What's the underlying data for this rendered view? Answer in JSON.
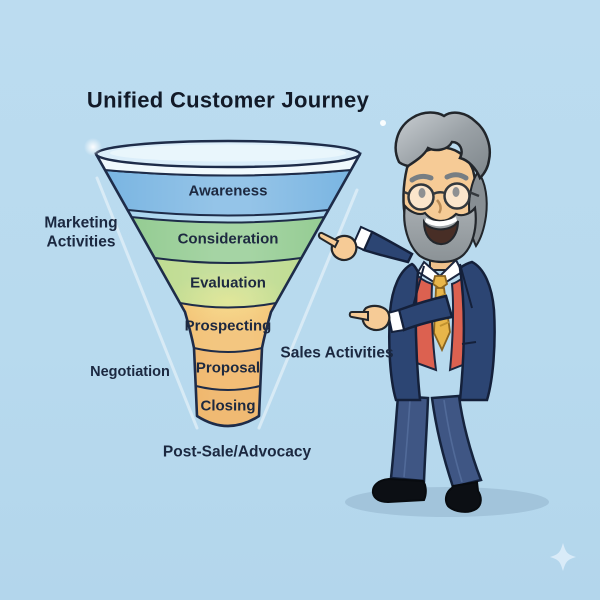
{
  "title": "Unified Customer Journey",
  "funnel": {
    "stages": [
      {
        "label": "Awareness",
        "color": "#76b3e1"
      },
      {
        "label": "Consideration",
        "color": "#8cc88a"
      },
      {
        "label": "Evaluation",
        "color": "#b7d783"
      },
      {
        "label": "Prospecting",
        "color": "#f0b65c"
      },
      {
        "label": "Proposal",
        "color": "#eeaa50"
      },
      {
        "label": "Closing",
        "color": "#eca74c"
      }
    ],
    "left_labels": [
      {
        "label": "Marketing Activities"
      },
      {
        "label": "Negotiation"
      }
    ],
    "right_label": "Sales Activities",
    "bottom_label": "Post-Sale/Advocacy"
  },
  "illustration": {
    "character": "smiling gray-bearded man with glasses, navy suit and red vest, pointing at funnel"
  },
  "colors": {
    "background": "#b9dbee",
    "outline": "#1e2c49",
    "text": "#1b2840"
  }
}
